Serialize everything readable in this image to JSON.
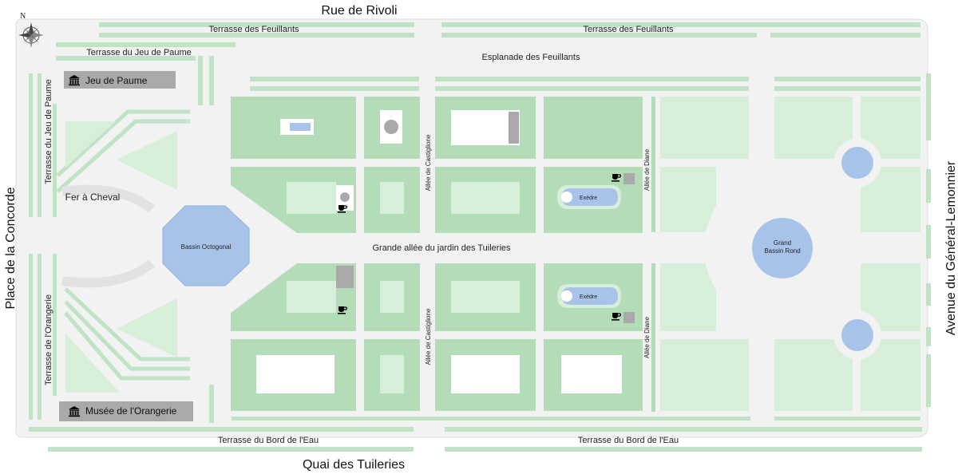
{
  "compass": {
    "north_letter": "N",
    "icon": "compass-rose-icon"
  },
  "streets": {
    "north": "Rue de Rivoli",
    "south": "Quai des Tuileries",
    "west": "Place de la Concorde",
    "east": "Avenue du Général-Lemonnier"
  },
  "terraces": {
    "feuillants_west": "Terrasse des Feuillants",
    "feuillants_east": "Terrasse des Feuillants",
    "jeu_de_paume_h": "Terrasse du Jeu de Paume",
    "jeu_de_paume_v": "Terrasse du Jeu de Paume",
    "orangerie_v": "Terrasse de l'Orangerie",
    "bord_eau_west": "Terrasse du Bord de l'Eau",
    "bord_eau_east": "Terrasse du Bord de l'Eau"
  },
  "places": {
    "esplanade": "Esplanade des Feuillants",
    "fer_a_cheval": "Fer à Cheval",
    "grande_allee": "Grande allée du jardin des Tuileries",
    "bassin_octogonal": "Bassin Octogonal",
    "grand_bassin_line1": "Grand",
    "grand_bassin_line2": "Bassin Rond",
    "exedre_north": "Exèdre",
    "exedre_south": "Exèdre"
  },
  "alleys": {
    "castiglione_north": "Allée de Castiglione",
    "castiglione_south": "Allée de Castiglione",
    "diane_north": "Allée de Diane",
    "diane_south": "Allée de Diane"
  },
  "museums": {
    "jeu_de_paume": "Jeu de Paume",
    "orangerie": "Musée de l'Orangerie",
    "icon": "museum-icon"
  },
  "cafes": {
    "icon": "coffee-cup-icon"
  },
  "colors": {
    "garden_dark": "#b3dcb9",
    "garden_light": "#d7efd9",
    "path": "#f2f2f2",
    "water": "#a8c3ea",
    "building": "#a9a9a9",
    "strip": "#bfe3c4"
  }
}
